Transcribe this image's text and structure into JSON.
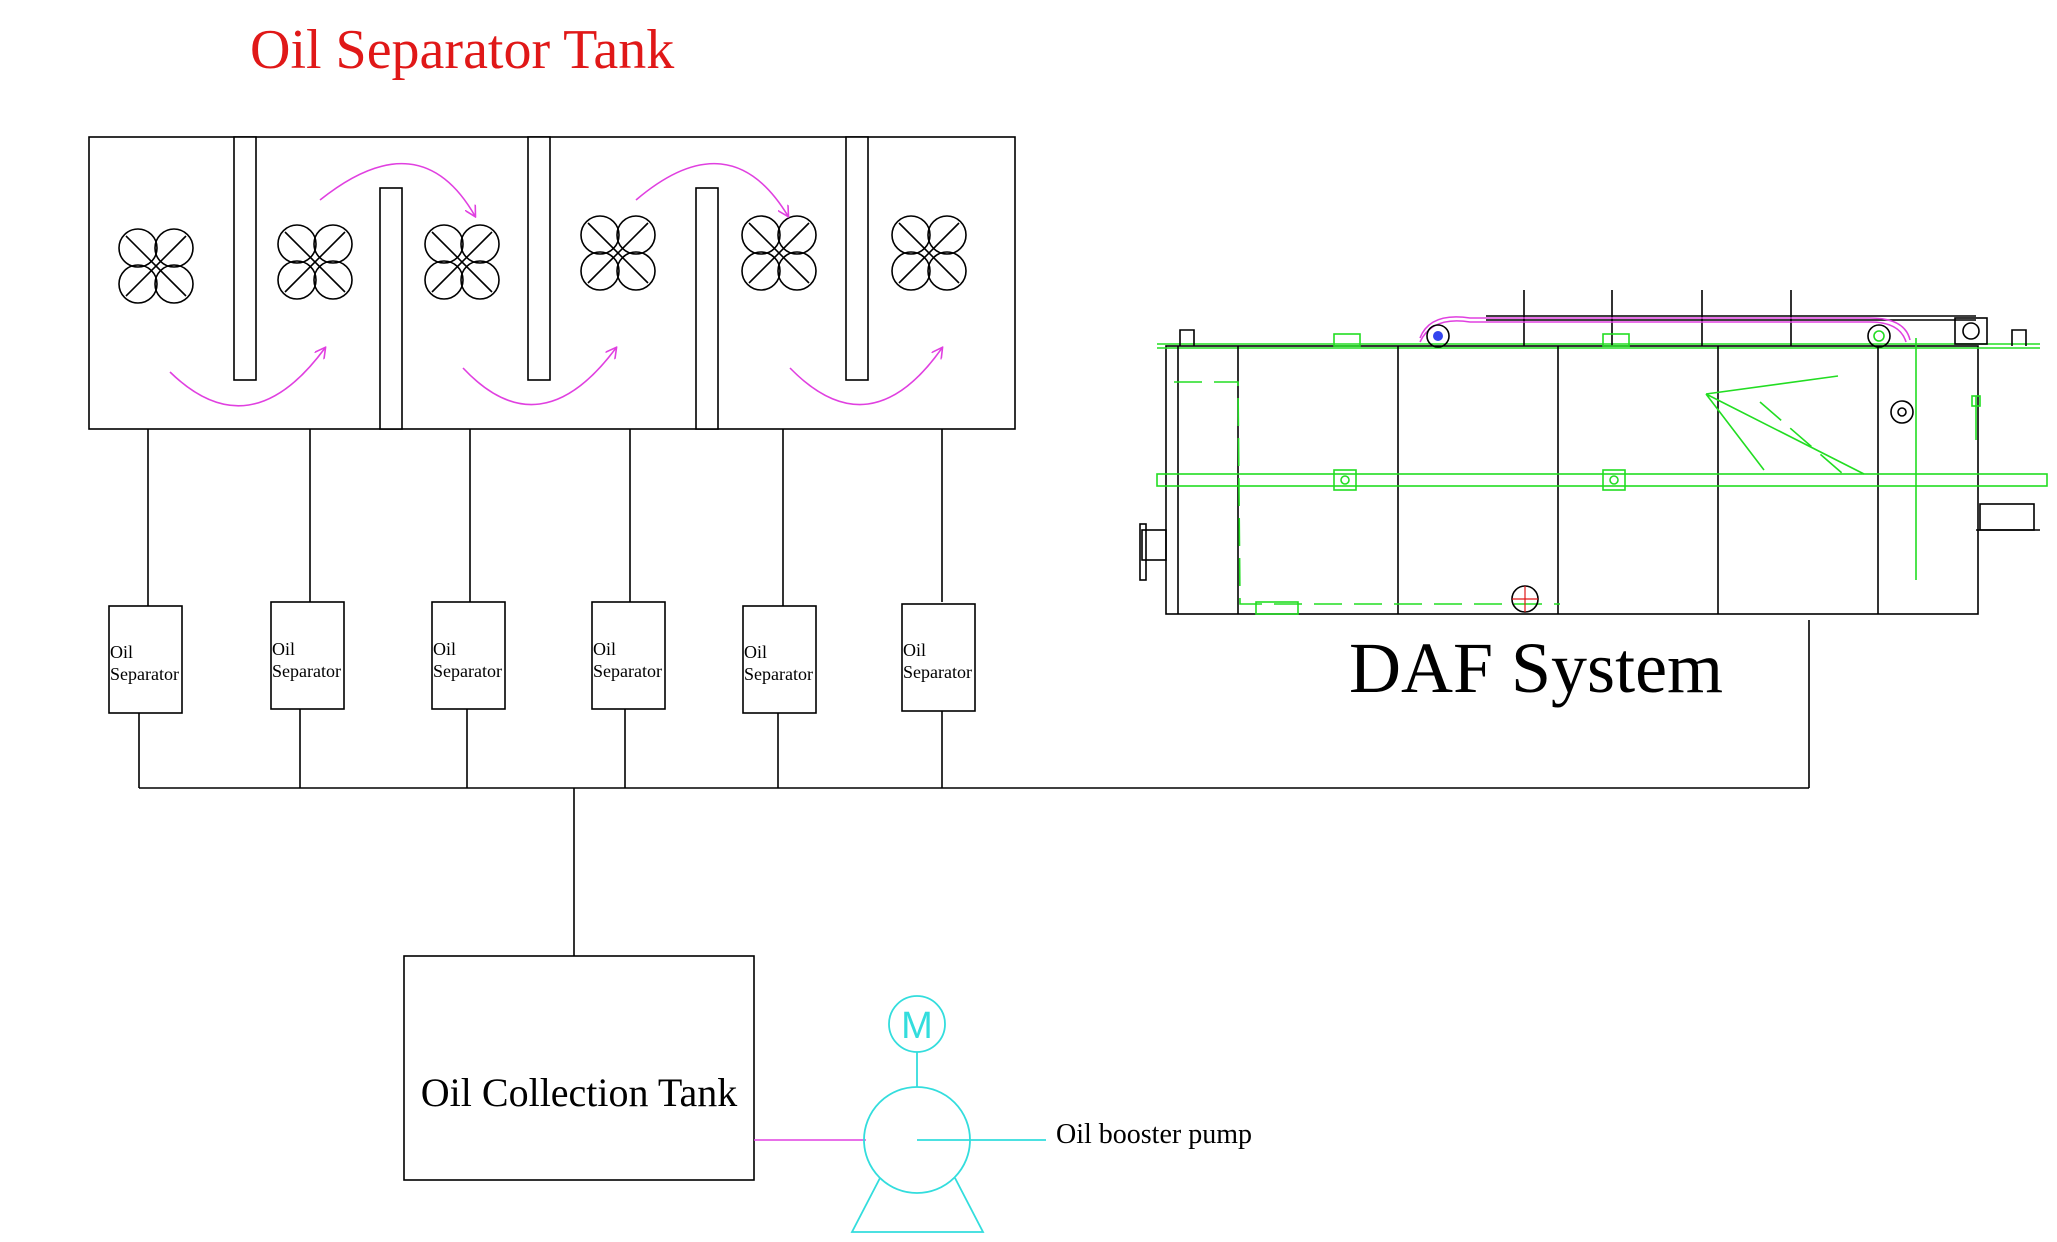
{
  "title": "Oil Separator Tank",
  "daf_label": "DAF System",
  "collection_tank_label": "Oil Collection Tank",
  "pump_label": "Oil booster pump",
  "pump_motor_symbol": "M",
  "separators": [
    {
      "line1": "Oil",
      "line2": "Separator"
    },
    {
      "line1": "Oil",
      "line2": "Separator"
    },
    {
      "line1": "Oil",
      "line2": "Separator"
    },
    {
      "line1": "Oil",
      "line2": "Separator"
    },
    {
      "line1": "Oil",
      "line2": "Separator"
    },
    {
      "line1": "Oil",
      "line2": "Separator"
    }
  ],
  "colors": {
    "title": "#e01818",
    "flow_arrows": "#e040e0",
    "daf_detail": "#22dd22",
    "pump": "#33dddd",
    "lines": "#000000"
  }
}
